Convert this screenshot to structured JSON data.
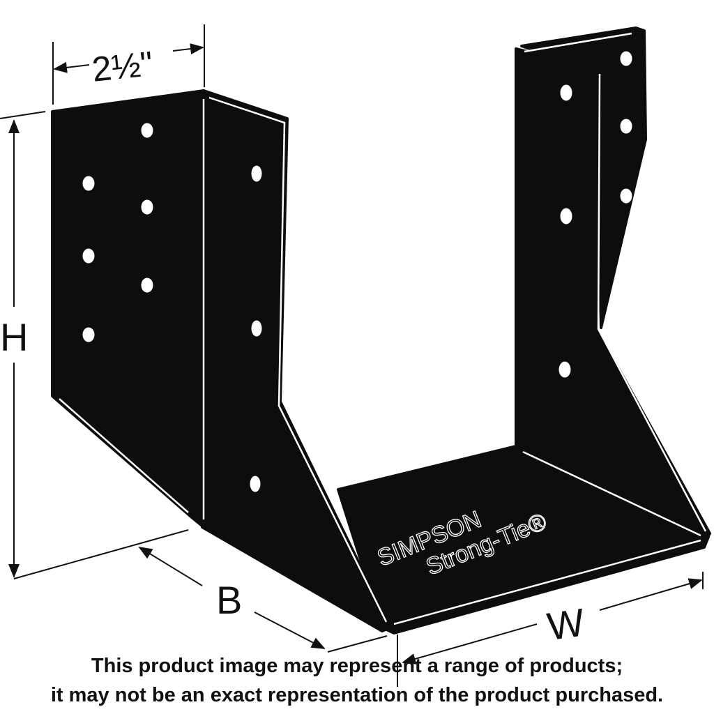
{
  "dimensions": {
    "width_label": "2½\"",
    "height_label": "H",
    "depth_label": "B",
    "seat_width_label": "W"
  },
  "branding": {
    "brand_line1": "SIMPSON",
    "brand_line2": "Strong-Tie®"
  },
  "disclaimer": {
    "line1": "This product image may represent a range of products;",
    "line2": "it may not be an exact representation of the product purchased."
  },
  "colors": {
    "metal": "#0d0d0d",
    "edge": "#ffffff",
    "line": "#111111"
  }
}
